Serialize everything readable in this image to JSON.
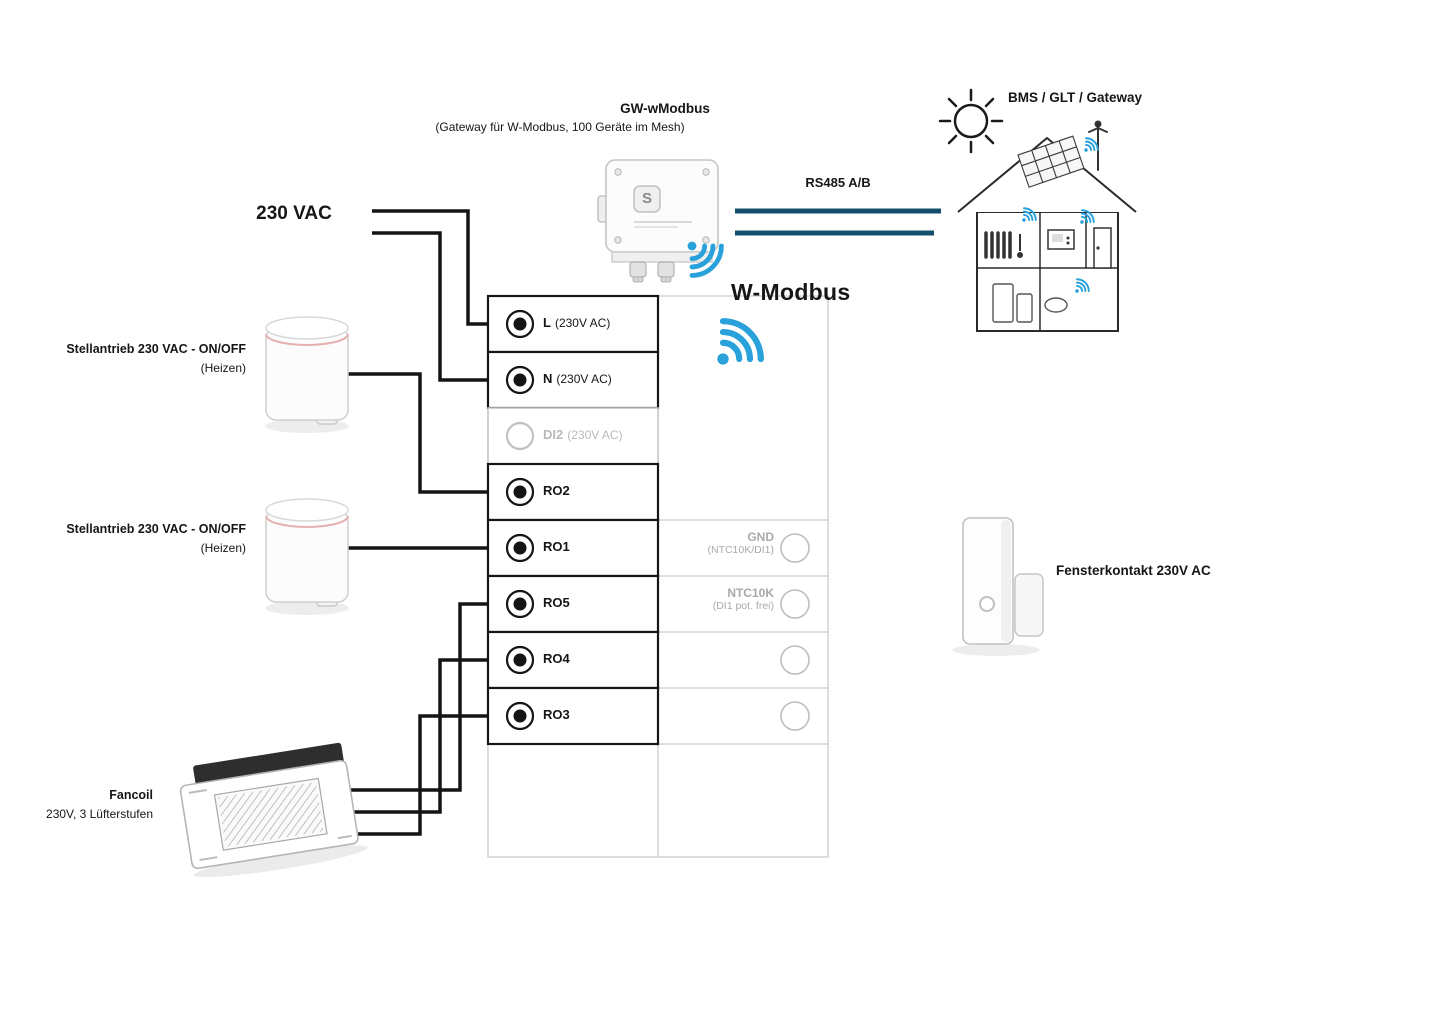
{
  "title": {
    "name": "GW-wModbus",
    "subtitle": "(Gateway für W-Modbus, 100 Geräte im Mesh)",
    "logo": "S"
  },
  "connections": {
    "rs485_label": "RS485 A/B",
    "wmodbus_label": "W-Modbus",
    "supply_label": "230 VAC"
  },
  "right_side": {
    "bms_label": "BMS / GLT / Gateway",
    "window_contact_label": "Fensterkontakt 230V AC"
  },
  "devices": {
    "actuator1": {
      "line1": "Stellantrieb 230 VAC - ON/OFF",
      "line2": "(Heizen)"
    },
    "actuator2": {
      "line1": "Stellantrieb 230 VAC - ON/OFF",
      "line2": "(Heizen)"
    },
    "fancoil": {
      "line1": "Fancoil",
      "line2": "230V, 3 Lüfterstufen"
    }
  },
  "terminals": {
    "left": [
      {
        "bold": "L",
        "rest": "(230V AC)",
        "state": "active"
      },
      {
        "bold": "N",
        "rest": "(230V AC)",
        "state": "active"
      },
      {
        "bold": "DI2",
        "rest": "(230V AC)",
        "state": "inactive"
      },
      {
        "bold": "RO2",
        "rest": "",
        "state": "active"
      },
      {
        "bold": "RO1",
        "rest": "",
        "state": "active"
      },
      {
        "bold": "RO5",
        "rest": "",
        "state": "active"
      },
      {
        "bold": "RO4",
        "rest": "",
        "state": "active"
      },
      {
        "bold": "RO3",
        "rest": "",
        "state": "active"
      }
    ],
    "right": [
      {
        "line1": "GND",
        "line2": "(NTC10K/DI1)"
      },
      {
        "line1": "NTC10K",
        "line2": "(DI1 pot. frei)"
      }
    ]
  },
  "colors": {
    "wifi_blue": "#29A1DB",
    "rs485_blue": "#134F6D",
    "wire_black": "#141414",
    "inactive_gray": "#B9B9B9"
  }
}
